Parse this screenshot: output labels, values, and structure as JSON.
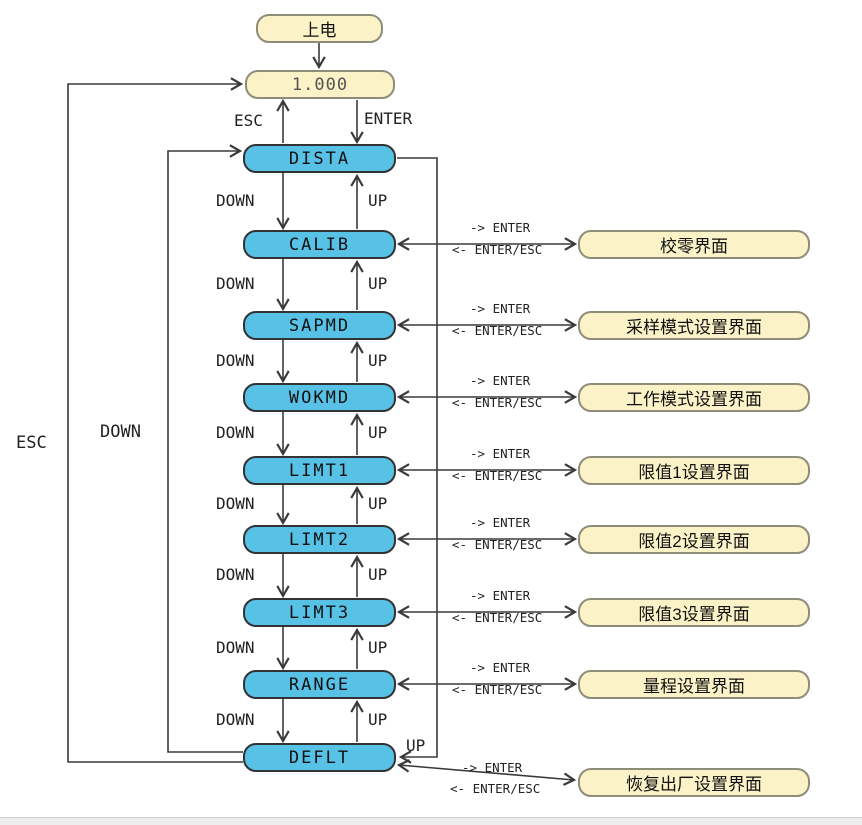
{
  "diagram": {
    "power_node": {
      "label": "上电"
    },
    "display_node": {
      "label": "1.000"
    },
    "menu_nodes": [
      {
        "label": "DISTA"
      },
      {
        "label": "CALIB",
        "panel": "校零界面"
      },
      {
        "label": "SAPMD",
        "panel": "采样模式设置界面"
      },
      {
        "label": "WOKMD",
        "panel": "工作模式设置界面"
      },
      {
        "label": "LIMT1",
        "panel": "限值1设置界面"
      },
      {
        "label": "LIMT2",
        "panel": "限值2设置界面"
      },
      {
        "label": "LIMT3",
        "panel": "限值3设置界面"
      },
      {
        "label": "RANGE",
        "panel": "量程设置界面"
      },
      {
        "label": "DEFLT",
        "panel": "恢复出厂设置界面"
      }
    ],
    "edge_labels": {
      "esc": "ESC",
      "enter": "ENTER",
      "down": "DOWN",
      "up": "UP",
      "to_panel": "-> ENTER",
      "from_panel": "<- ENTER/ESC"
    }
  },
  "colors": {
    "node_fill": "#57C1E6",
    "node_border": "#333333",
    "panel_fill": "#FBF2C7",
    "panel_border": "#8F8C7A",
    "line": "#3A3A3A",
    "text": "#111111",
    "background": "#FFFFFF"
  }
}
